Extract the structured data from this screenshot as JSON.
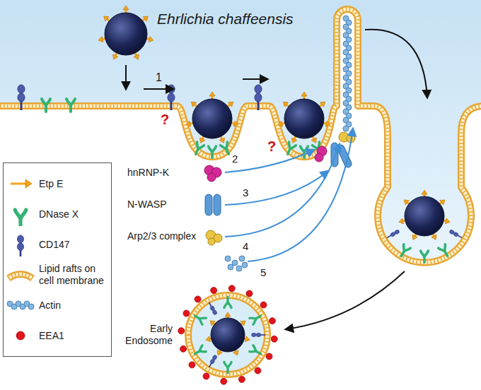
{
  "diagram": {
    "labels": [
      "Ehrlichia chaffeensis",
      "1",
      "?",
      "hnRNP-K",
      "2",
      "?",
      "N-WASP",
      "3",
      "Arp2/3 complex",
      "4",
      "5",
      "Early Endosome"
    ],
    "legend": [
      {
        "text": "Etp E"
      },
      {
        "text": "DNase X"
      },
      {
        "text": "CD147"
      },
      {
        "text": "Lipid rafts on cell membrane"
      },
      {
        "text": "Actin"
      },
      {
        "text": "EEA1",
        "color": "#e3141b"
      }
    ]
  }
}
